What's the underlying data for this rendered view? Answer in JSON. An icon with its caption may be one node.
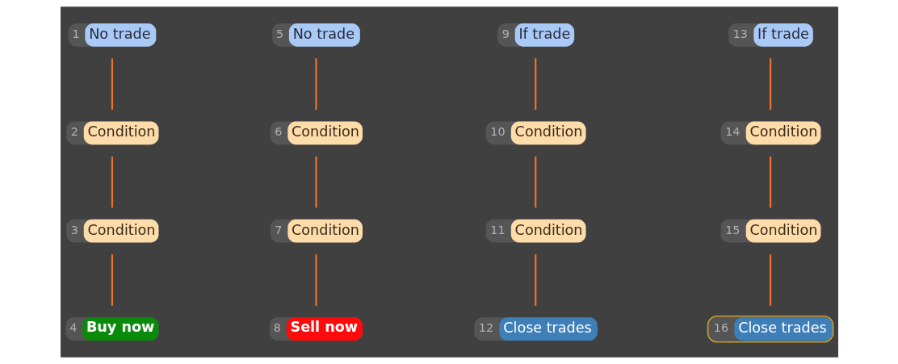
{
  "diagram": {
    "nodes": [
      {
        "text": [
          "1",
          "No trade"
        ]
      },
      {
        "text": [
          "2",
          "Condition"
        ]
      },
      {
        "text": [
          "3",
          "Condition"
        ]
      },
      {
        "text": [
          "4",
          "Buy now"
        ]
      },
      {
        "text": [
          "5",
          "No trade"
        ]
      },
      {
        "text": [
          "6",
          "Condition"
        ]
      },
      {
        "text": [
          "7",
          "Condition"
        ]
      },
      {
        "text": [
          "8",
          "Sell now"
        ]
      },
      {
        "text": [
          "9",
          "If trade"
        ]
      },
      {
        "text": [
          "10",
          "Condition"
        ]
      },
      {
        "text": [
          "11",
          "Condition"
        ]
      },
      {
        "text": [
          "12",
          "Close trades"
        ]
      },
      {
        "text": [
          "13",
          "If trade"
        ]
      },
      {
        "text": [
          "14",
          "Condition"
        ]
      },
      {
        "text": [
          "15",
          "Condition"
        ]
      },
      {
        "text": [
          "16",
          "Close trades"
        ]
      }
    ],
    "edges": [
      {
        "from": 0,
        "to": 1,
        "arrow": "none"
      },
      {
        "from": 1,
        "to": 2,
        "arrow": "none"
      },
      {
        "from": 2,
        "to": 3,
        "arrow": "none"
      },
      {
        "from": 4,
        "to": 5,
        "arrow": "none"
      },
      {
        "from": 5,
        "to": 6,
        "arrow": "none"
      },
      {
        "from": 6,
        "to": 7,
        "arrow": "none"
      },
      {
        "from": 8,
        "to": 9,
        "arrow": "none"
      },
      {
        "from": 9,
        "to": 10,
        "arrow": "none"
      },
      {
        "from": 10,
        "to": 11,
        "arrow": "none"
      },
      {
        "from": 12,
        "to": 13,
        "arrow": "none"
      },
      {
        "from": 13,
        "to": 14,
        "arrow": "none"
      },
      {
        "from": 14,
        "to": 15,
        "arrow": "none"
      }
    ]
  }
}
